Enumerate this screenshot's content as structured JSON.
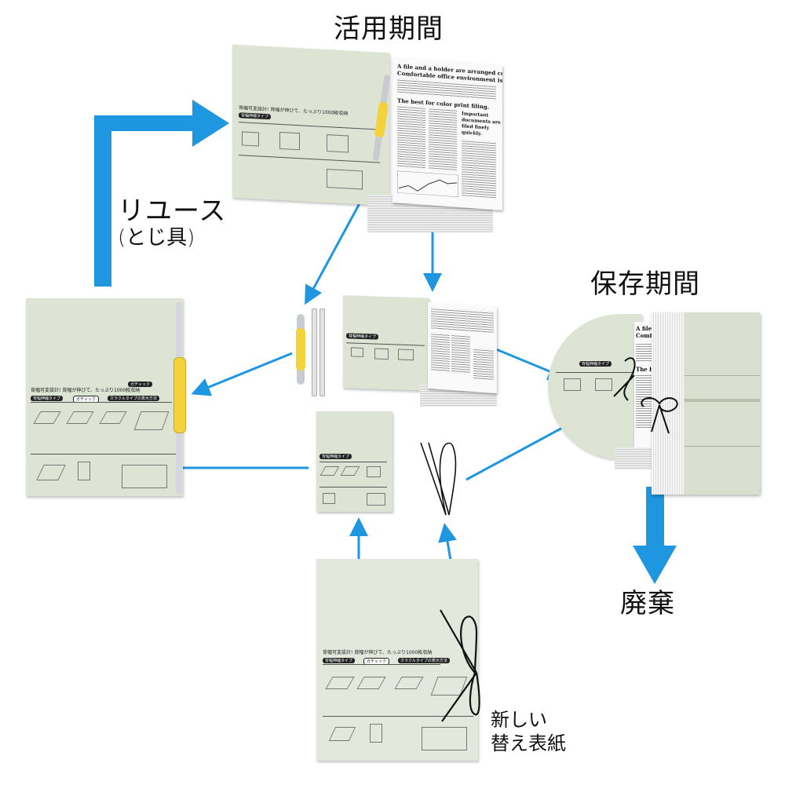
{
  "diagram": {
    "title_active": "活用期間",
    "title_storage": "保存期間",
    "title_reuse": "リユース",
    "title_reuse_sub": "(とじ具)",
    "title_dispose": "廃棄",
    "title_new_cover_line1": "新しい",
    "title_new_cover_line2": "替え表紙"
  },
  "document_page": {
    "heading": "A file and a holder are arranged collectively. Comfortable office environment is created.",
    "heading_line1": "A file and a holder are arranged collectively.",
    "heading_line2": "Comfortable office environment is created.",
    "subheading": "The best for color print filing.",
    "pull_quote_line1": "Important",
    "pull_quote_line2": "documents are",
    "pull_quote_line3": "filed finely",
    "pull_quote_line4": "quickly.",
    "storage_heading_fragment1": "A file",
    "storage_heading_fragment2": "Comf",
    "storage_subheading_fragment": "The best"
  },
  "cover_print": {
    "headline": "背幅可変設計! 背幅が伸びて、たっぷり1000枚収納",
    "band_text": "背幅伸縮タイプ",
    "band_highlight": "ガチャック",
    "band_tail": "カラクルタイプの表示方法"
  },
  "colors": {
    "arrow_blue": "#1e96e0",
    "cover_green": "#dde4d3",
    "clip_yellow": "#f3d23c",
    "string_black": "#111111"
  },
  "icons": {
    "flow_arrow": "arrow-icon",
    "binder_clip": "binder-clip-icon",
    "tie_string": "tie-string-icon"
  }
}
